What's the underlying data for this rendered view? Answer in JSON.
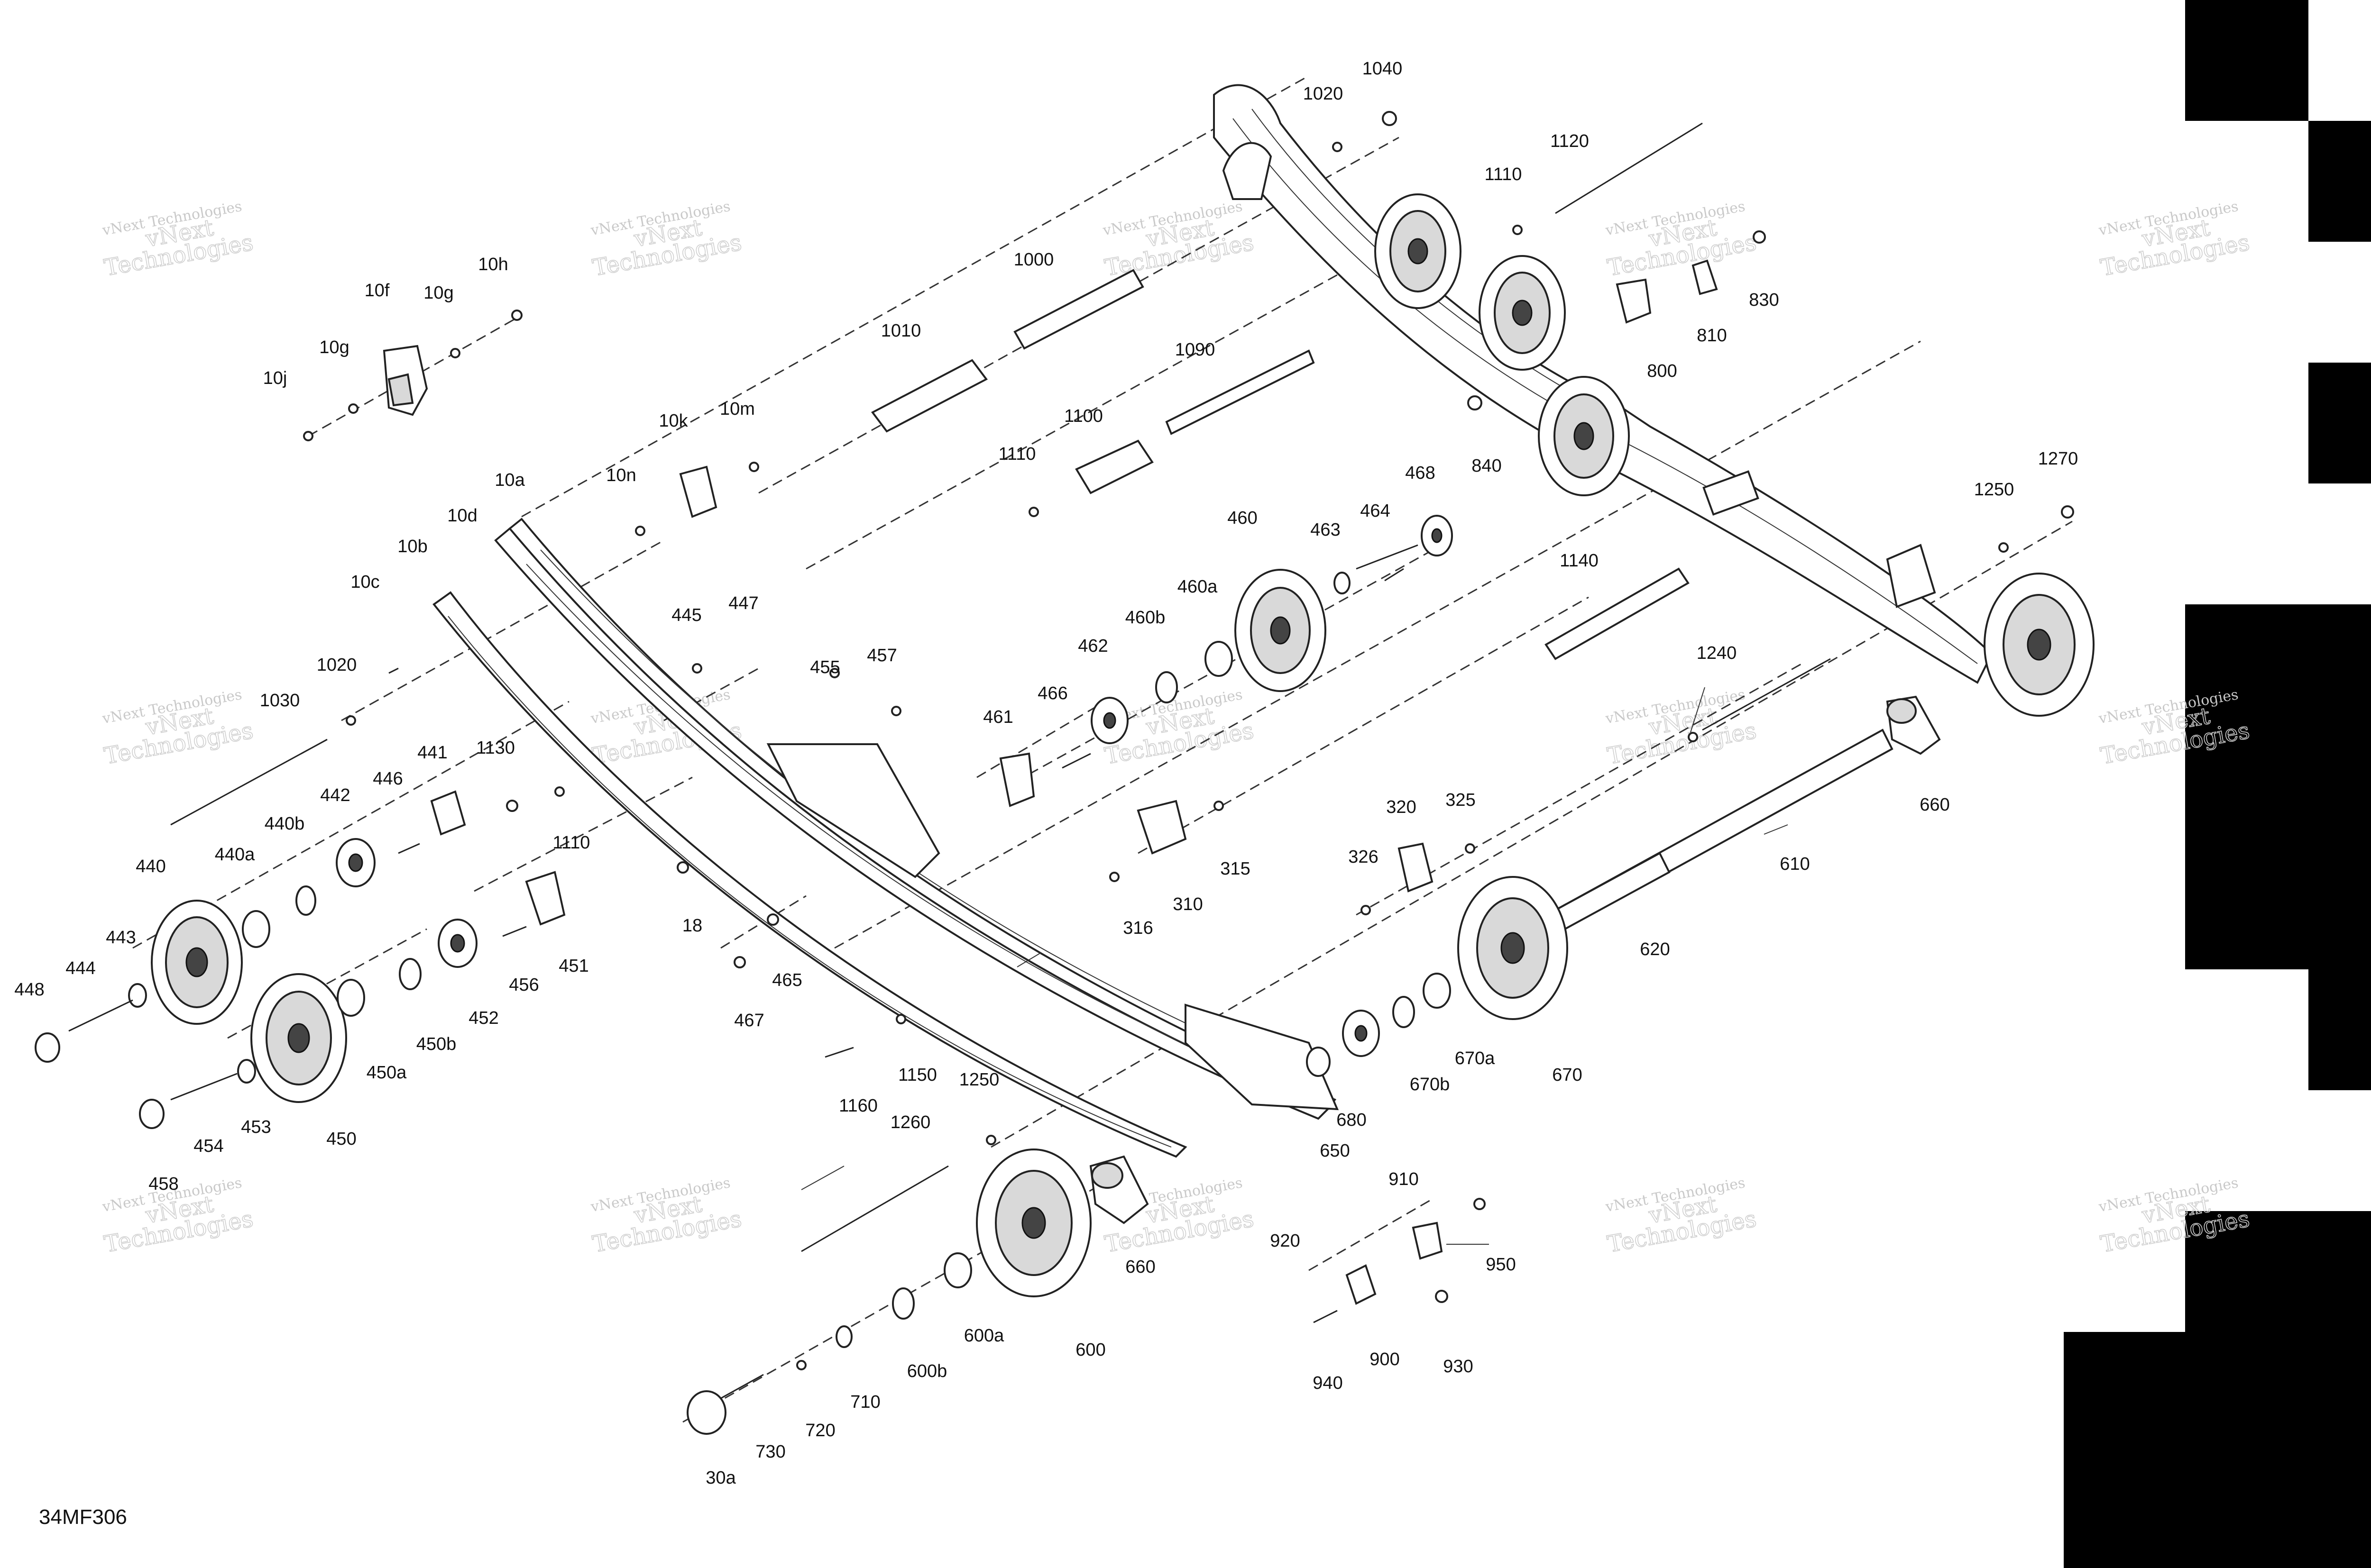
{
  "drawing_code": "34MF306",
  "watermark": {
    "line1": "vNext Technologies",
    "line2": "vNext",
    "line3": "Technologies"
  },
  "labels": [
    {
      "id": "l10j",
      "text": "10j"
    },
    {
      "id": "l10g_a",
      "text": "10g"
    },
    {
      "id": "l10f",
      "text": "10f"
    },
    {
      "id": "l10g_b",
      "text": "10g"
    },
    {
      "id": "l10h",
      "text": "10h"
    },
    {
      "id": "l10k",
      "text": "10k"
    },
    {
      "id": "l10m",
      "text": "10m"
    },
    {
      "id": "l10n",
      "text": "10n"
    },
    {
      "id": "l10a",
      "text": "10a"
    },
    {
      "id": "l10d",
      "text": "10d"
    },
    {
      "id": "l10b",
      "text": "10b"
    },
    {
      "id": "l10c",
      "text": "10c"
    },
    {
      "id": "l1020_a",
      "text": "1020"
    },
    {
      "id": "l1030",
      "text": "1030"
    },
    {
      "id": "l440",
      "text": "440"
    },
    {
      "id": "l440a",
      "text": "440a"
    },
    {
      "id": "l440b",
      "text": "440b"
    },
    {
      "id": "l442",
      "text": "442"
    },
    {
      "id": "l446",
      "text": "446"
    },
    {
      "id": "l441",
      "text": "441"
    },
    {
      "id": "l1130",
      "text": "1130"
    },
    {
      "id": "l1110_a",
      "text": "1110"
    },
    {
      "id": "l448",
      "text": "448"
    },
    {
      "id": "l444",
      "text": "444"
    },
    {
      "id": "l443",
      "text": "443"
    },
    {
      "id": "l450a",
      "text": "450a"
    },
    {
      "id": "l450b",
      "text": "450b"
    },
    {
      "id": "l452",
      "text": "452"
    },
    {
      "id": "l456",
      "text": "456"
    },
    {
      "id": "l451",
      "text": "451"
    },
    {
      "id": "l18",
      "text": "18"
    },
    {
      "id": "l454",
      "text": "454"
    },
    {
      "id": "l453",
      "text": "453"
    },
    {
      "id": "l450",
      "text": "450"
    },
    {
      "id": "l458",
      "text": "458"
    },
    {
      "id": "l445",
      "text": "445"
    },
    {
      "id": "l447",
      "text": "447"
    },
    {
      "id": "l455",
      "text": "455"
    },
    {
      "id": "l457",
      "text": "457"
    },
    {
      "id": "l465",
      "text": "465"
    },
    {
      "id": "l467",
      "text": "467"
    },
    {
      "id": "l1010",
      "text": "1010"
    },
    {
      "id": "l1000",
      "text": "1000"
    },
    {
      "id": "l1100",
      "text": "1100"
    },
    {
      "id": "l1090",
      "text": "1090"
    },
    {
      "id": "l1110_b",
      "text": "1110"
    },
    {
      "id": "l460",
      "text": "460"
    },
    {
      "id": "l463",
      "text": "463"
    },
    {
      "id": "l464",
      "text": "464"
    },
    {
      "id": "l468",
      "text": "468"
    },
    {
      "id": "l460a",
      "text": "460a"
    },
    {
      "id": "l460b",
      "text": "460b"
    },
    {
      "id": "l462",
      "text": "462"
    },
    {
      "id": "l461",
      "text": "461"
    },
    {
      "id": "l466",
      "text": "466"
    },
    {
      "id": "l1020_b",
      "text": "1020"
    },
    {
      "id": "l1040",
      "text": "1040"
    },
    {
      "id": "l1120",
      "text": "1120"
    },
    {
      "id": "l1110_c",
      "text": "1110"
    },
    {
      "id": "l830",
      "text": "830"
    },
    {
      "id": "l810",
      "text": "810"
    },
    {
      "id": "l800",
      "text": "800"
    },
    {
      "id": "l840",
      "text": "840"
    },
    {
      "id": "l1140",
      "text": "1140"
    },
    {
      "id": "l1240",
      "text": "1240"
    },
    {
      "id": "l1250_a",
      "text": "1250"
    },
    {
      "id": "l1270",
      "text": "1270"
    },
    {
      "id": "l660_a",
      "text": "660"
    },
    {
      "id": "l610",
      "text": "610"
    },
    {
      "id": "l620",
      "text": "620"
    },
    {
      "id": "l320",
      "text": "320"
    },
    {
      "id": "l325",
      "text": "325"
    },
    {
      "id": "l326",
      "text": "326"
    },
    {
      "id": "l315",
      "text": "315"
    },
    {
      "id": "l310",
      "text": "310"
    },
    {
      "id": "l316",
      "text": "316"
    },
    {
      "id": "l670",
      "text": "670"
    },
    {
      "id": "l670a",
      "text": "670a"
    },
    {
      "id": "l670b",
      "text": "670b"
    },
    {
      "id": "l680",
      "text": "680"
    },
    {
      "id": "l650",
      "text": "650"
    },
    {
      "id": "l1150",
      "text": "1150"
    },
    {
      "id": "l1160",
      "text": "1160"
    },
    {
      "id": "l1250_b",
      "text": "1250"
    },
    {
      "id": "l1260",
      "text": "1260"
    },
    {
      "id": "l660_b",
      "text": "660"
    },
    {
      "id": "l600",
      "text": "600"
    },
    {
      "id": "l600a",
      "text": "600a"
    },
    {
      "id": "l600b",
      "text": "600b"
    },
    {
      "id": "l710",
      "text": "710"
    },
    {
      "id": "l720",
      "text": "720"
    },
    {
      "id": "l730",
      "text": "730"
    },
    {
      "id": "l30a",
      "text": "30a"
    },
    {
      "id": "l910",
      "text": "910"
    },
    {
      "id": "l920",
      "text": "920"
    },
    {
      "id": "l950",
      "text": "950"
    },
    {
      "id": "l900",
      "text": "900"
    },
    {
      "id": "l940",
      "text": "940"
    },
    {
      "id": "l930",
      "text": "930"
    }
  ]
}
